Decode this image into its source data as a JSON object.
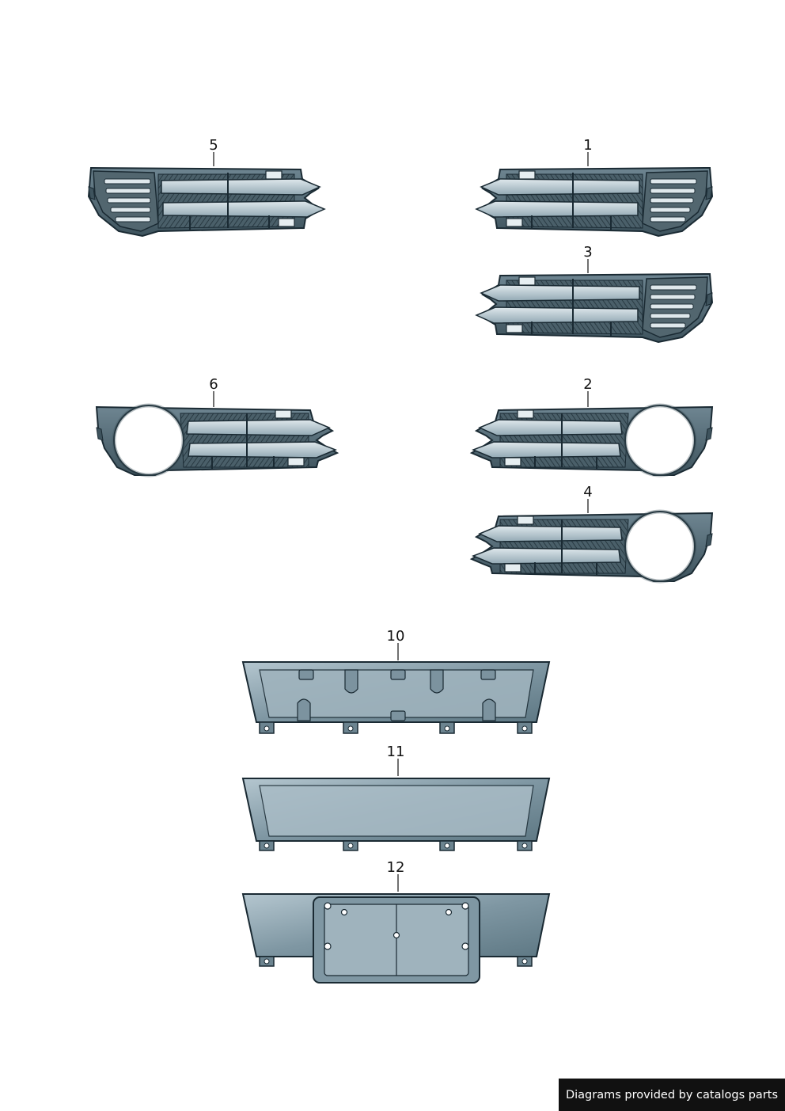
{
  "parts": [
    {
      "label": "5",
      "kind": "grille-slatted-insert",
      "mirrored": false
    },
    {
      "label": "1",
      "kind": "grille-slatted-insert",
      "mirrored": true
    },
    {
      "label": "3",
      "kind": "grille-slatted-insert",
      "mirrored": true
    },
    {
      "label": "6",
      "kind": "grille-round-opening",
      "mirrored": false
    },
    {
      "label": "2",
      "kind": "grille-round-opening",
      "mirrored": true
    },
    {
      "label": "4",
      "kind": "grille-round-opening",
      "mirrored": true
    },
    {
      "label": "10",
      "kind": "plate-base-slotted"
    },
    {
      "label": "11",
      "kind": "plate-base-plain"
    },
    {
      "label": "12",
      "kind": "license-plate-holder"
    }
  ],
  "colors": {
    "outline": "#1a2a33",
    "body": "#5d7480",
    "body_light": "#a9bcc6",
    "slat": "#c9d6dc",
    "mesh": "#3f525c"
  },
  "footer": {
    "text": "Diagrams provided by catalogs parts"
  }
}
